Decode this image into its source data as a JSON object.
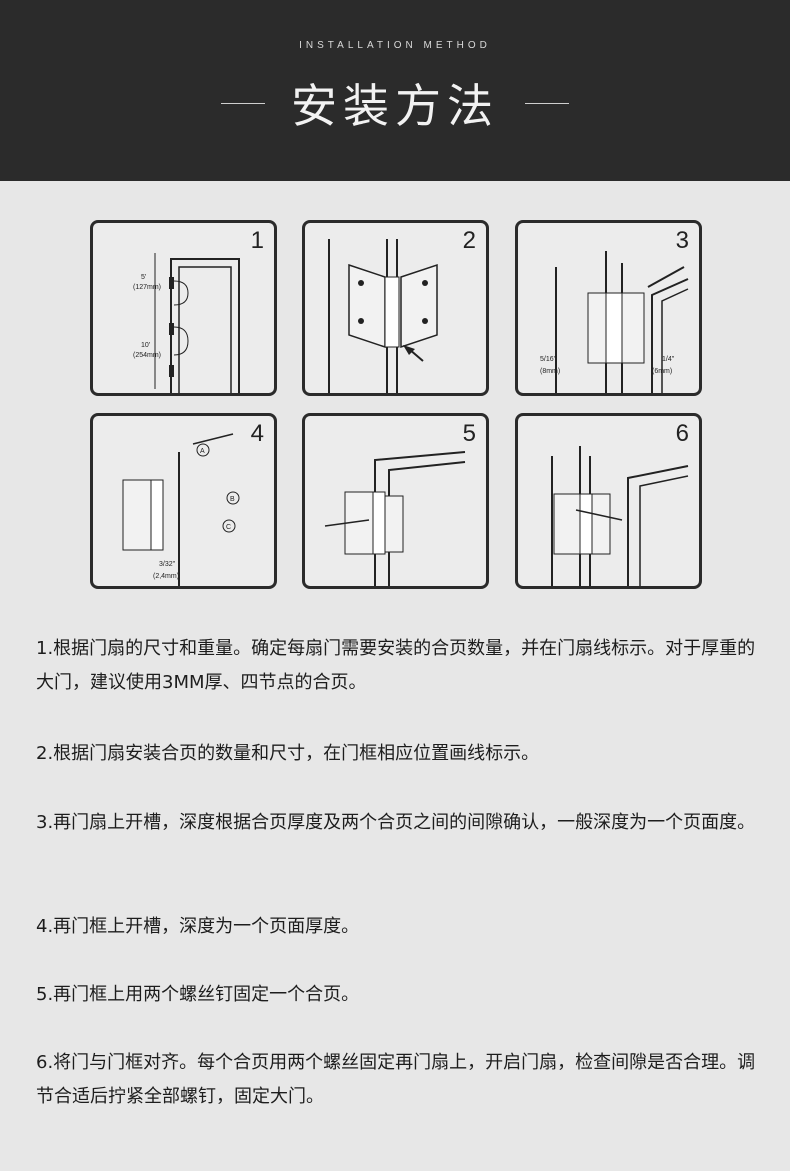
{
  "header": {
    "subtitle": "INSTALLATION METHOD",
    "title": "安装方法"
  },
  "diagrams": [
    {
      "number": "1",
      "labels": [
        "5'",
        "(127mm)",
        "10'",
        "(254mm)"
      ]
    },
    {
      "number": "2"
    },
    {
      "number": "3",
      "labels": [
        "5/16\"",
        "(8mm)",
        "1/4\"",
        "(6mm)"
      ]
    },
    {
      "number": "4",
      "labels": [
        "A",
        "B",
        "C",
        "3/32\"",
        "(2,4mm)"
      ]
    },
    {
      "number": "5"
    },
    {
      "number": "6"
    }
  ],
  "steps": [
    "1.根据门扇的尺寸和重量。确定每扇门需要安装的合页数量，并在门扇线标示。对于厚重的大门，建议使用3MM厚、四节点的合页。",
    "2.根据门扇安装合页的数量和尺寸，在门框相应位置画线标示。",
    "3.再门扇上开槽，深度根据合页厚度及两个合页之间的间隙确认，一般深度为一个页面度。",
    "4.再门框上开槽，深度为一个页面厚度。",
    "5.再门框上用两个螺丝钉固定一个合页。",
    "6.将门与门框对齐。每个合页用两个螺丝固定再门扇上，开启门扇，检查间隙是否合理。调节合适后拧紧全部螺钉，固定大门。"
  ]
}
